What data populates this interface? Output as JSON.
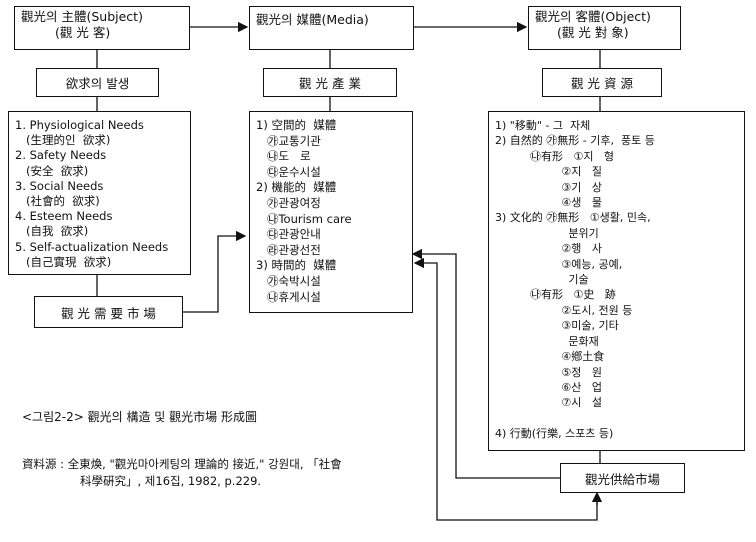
{
  "subject": {
    "line1": "觀光의 主體(Subject)",
    "line2": "(觀 光 客)"
  },
  "media": {
    "line1": "觀光의  媒體(Media)"
  },
  "object": {
    "line1": "觀光의 客體(Object)",
    "line2": "(觀 光 對 象)"
  },
  "desire": {
    "label": "欲求의  발생"
  },
  "industry": {
    "label": "觀 光 產 業"
  },
  "resources": {
    "label": "觀 光 資 源"
  },
  "demand_market": {
    "label": "觀 光 需 要 市 場"
  },
  "supply_market": {
    "label": "觀光供給市場"
  },
  "needs": [
    "1. Physiological Needs",
    "   (生理的인  欲求)",
    "2. Safety Needs",
    "   (安全  欲求)",
    "3. Social Needs",
    "   (社會的  欲求)",
    "4. Esteem Needs",
    "   (自我  欲求)",
    "5. Self-actualization Needs",
    "   (自己實現  欲求)"
  ],
  "media_list": [
    "1) 空間的  媒體",
    "   ㉮교통기관",
    "   ㉯도   로",
    "   ㉰운수시설",
    "2) 機能的  媒體",
    "   ㉮관광여정",
    "   ㉯Tourism care",
    "   ㉰관광안내",
    "   ㉱관광선전",
    "3) 時間的  媒體",
    "   ㉮숙박시설",
    "   ㉯휴게시설"
  ],
  "resource_list": [
    "1) \"移動\" - 그  자체",
    "2) 自然的 ㉮無形 - 기후,  풍토 등",
    "          ㉯有形   ①지   형",
    "                   ②지   질",
    "                   ③기   상",
    "                   ④생   물",
    "3) 文化的 ㉮無形   ①생활, 민속,",
    "                     분위기",
    "                   ②행   사",
    "                   ③예능, 공예,",
    "                     기술",
    "          ㉯有形   ①史   跡",
    "                   ②도시, 전원 등",
    "                   ③미술, 기타",
    "                     문화재",
    "                   ④鄕土食",
    "                   ⑤정   원",
    "                   ⑥산   업",
    "                   ⑦시   설",
    "",
    "4) 行動(行樂, 스포츠 등)"
  ],
  "caption": "<그림2-2> 觀光의 構造 및 觀光市場 形成圖",
  "source_line1": "資料源 : 全東煥, \"觀光마아케팅의 理論的 接近,\" 강원대, 「社會",
  "source_line2": "科學硏究」, 제16집, 1982, p.229."
}
